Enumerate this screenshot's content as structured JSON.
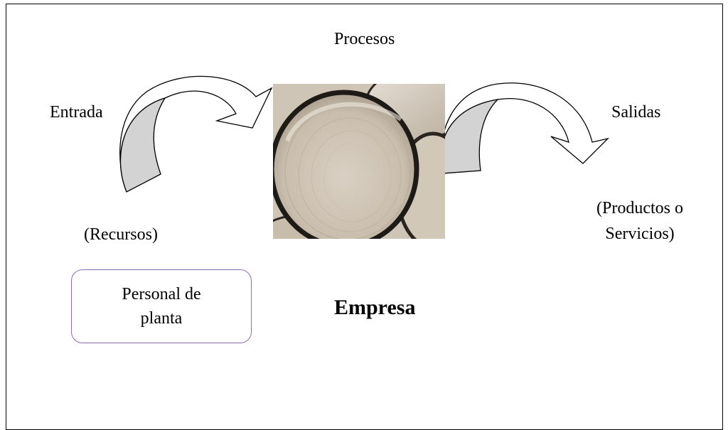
{
  "diagram": {
    "top_label": "Procesos",
    "input_label": "Entrada",
    "input_sub_label": "(Recursos)",
    "output_label": "Salidas",
    "output_sub_label": "(Productos o Servicios)",
    "center_label": "Empresa",
    "resource_box_text": "Personal de planta",
    "center_image": "pvc-pipes-photo",
    "colors": {
      "arrow_fill": "#d3d3d3",
      "box_border": "#8e6bb2"
    }
  }
}
